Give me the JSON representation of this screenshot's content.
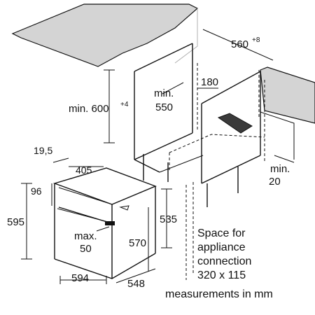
{
  "labels": {
    "dim_560": "560",
    "dim_560_sup": "+8",
    "min_600": "min. 600",
    "min_600_sup": "+4",
    "min_550_a": "min.",
    "min_550_b": "550",
    "dim_180": "180",
    "min_20_a": "min.",
    "min_20_b": "20",
    "dim_19_5": "19,5",
    "dim_405": "405",
    "dim_96": "96",
    "dim_595": "595",
    "dim_535": "535",
    "max_50_a": "max.",
    "max_50_b": "50",
    "dim_570": "570",
    "dim_594": "594",
    "dim_548": "548",
    "space_l1": "Space for",
    "space_l2": "appliance",
    "space_l3": "connection",
    "space_l4": "320 x 115",
    "units_note": "measurements in mm"
  },
  "colors": {
    "line": "#111111",
    "counter_fill": "#d4d4d4",
    "counter_edge": "#b0b0b0",
    "connection_fill": "#3a3a3a"
  }
}
